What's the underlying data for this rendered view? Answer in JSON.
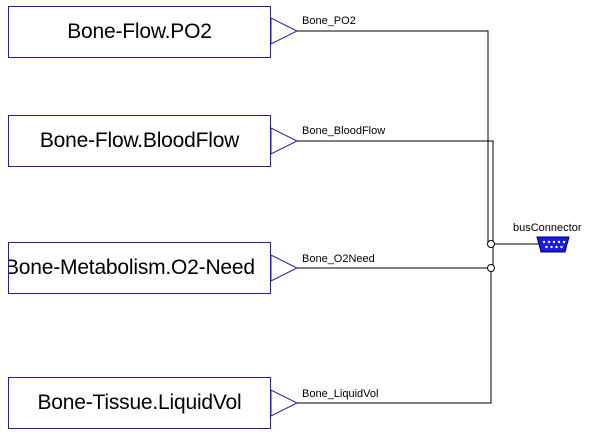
{
  "blocks": [
    {
      "id": "po2",
      "label": "Bone-Flow.PO2"
    },
    {
      "id": "bloodflow",
      "label": "Bone-Flow.BloodFlow"
    },
    {
      "id": "o2need",
      "label": "Bone-Metabolism.O2-Need"
    },
    {
      "id": "liquidvol",
      "label": "Bone-Tissue.LiquidVol"
    }
  ],
  "signals": [
    {
      "id": "po2",
      "label": "Bone_PO2"
    },
    {
      "id": "bloodflow",
      "label": "Bone_BloodFlow"
    },
    {
      "id": "o2need",
      "label": "Bone_O2Need"
    },
    {
      "id": "liquidvol",
      "label": "Bone_LiquidVol"
    }
  ],
  "bus_connector": {
    "label": "busConnector",
    "color": "#1a1ae0",
    "icon": "bus-connector-icon"
  },
  "colors": {
    "block_border": "#1f1fb0",
    "wire": "#000000",
    "output_port": "#1f1fb0"
  }
}
